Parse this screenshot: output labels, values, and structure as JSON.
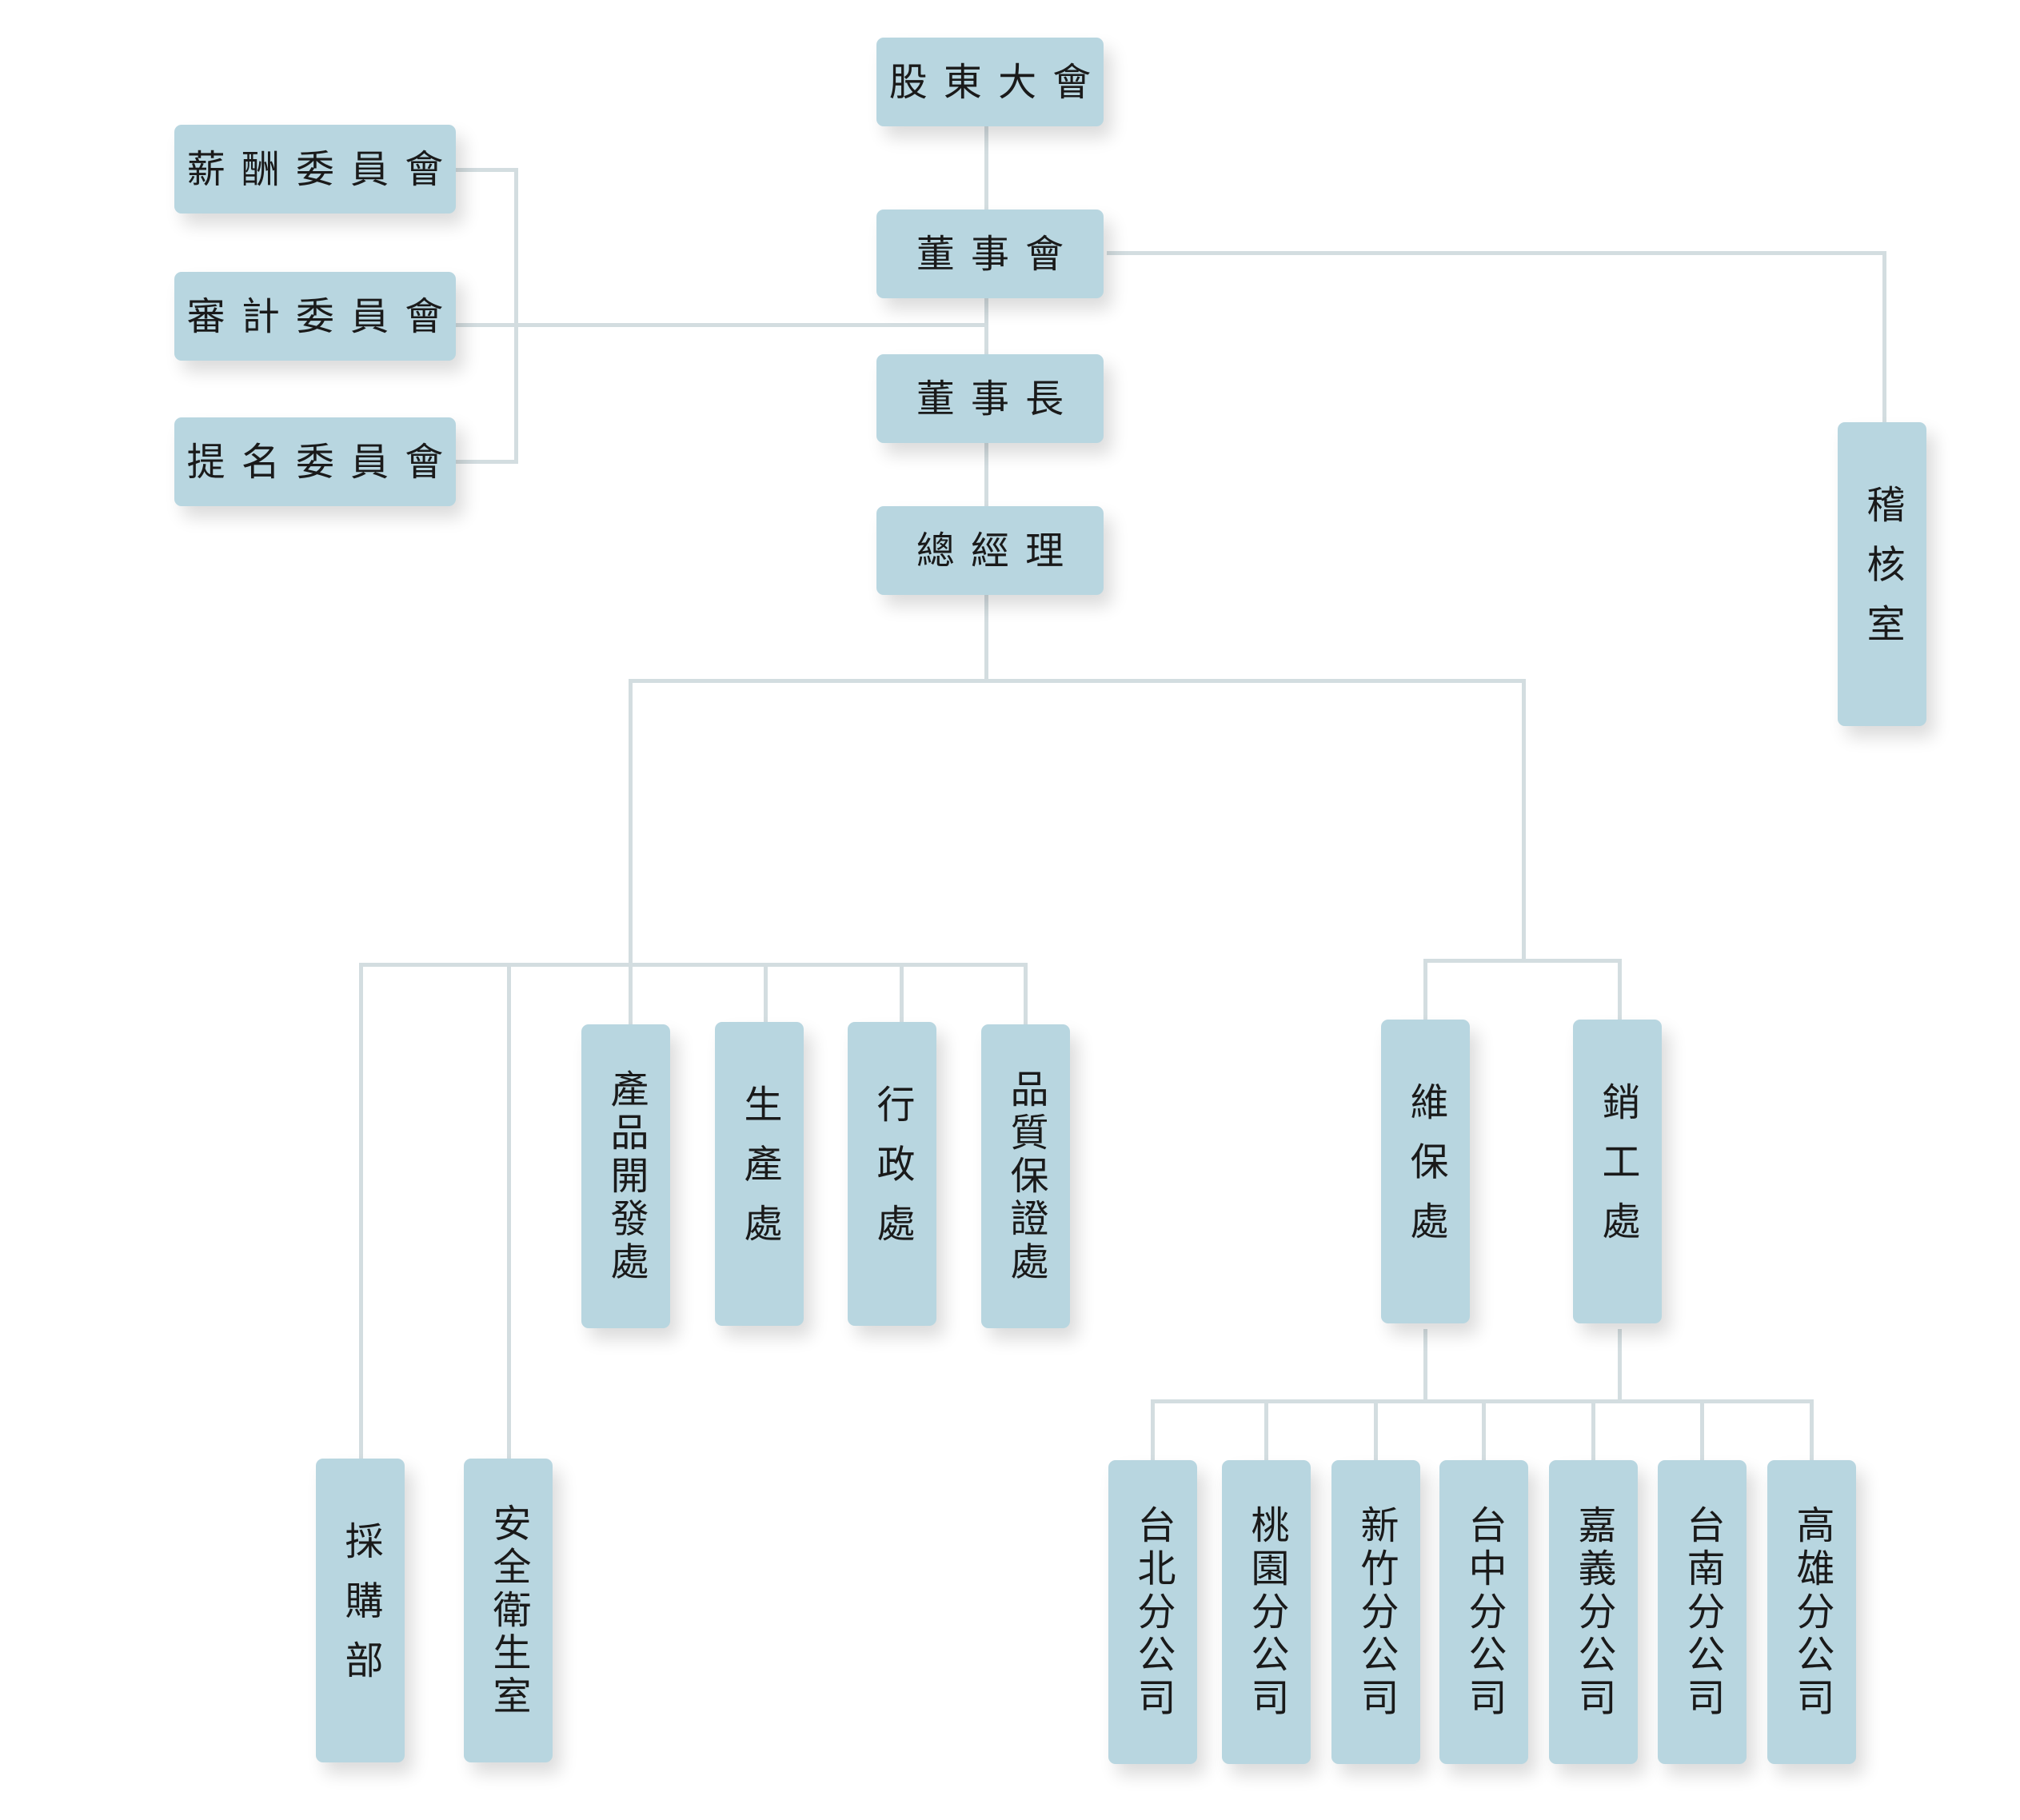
{
  "org_chart": {
    "colors": {
      "box": "#b8d6e0",
      "connector": "#d3dde0",
      "text": "#1a1a1a",
      "background": "#ffffff"
    },
    "top": {
      "shareholders_meeting": "股東大會",
      "board_of_directors": "董事會",
      "chairman": "董事長",
      "general_manager": "總經理",
      "audit_office": "稽核室"
    },
    "committees": [
      {
        "label": "薪酬委員會"
      },
      {
        "label": "審計委員會"
      },
      {
        "label": "提名委員會"
      }
    ],
    "gm_left_branch": {
      "direct_units": [
        {
          "label": "採購部"
        },
        {
          "label": "安全衛生室"
        }
      ],
      "divisions": [
        {
          "label": "產品開發處"
        },
        {
          "label": "生產處"
        },
        {
          "label": "行政處"
        },
        {
          "label": "品質保證處"
        }
      ]
    },
    "gm_right_branch": {
      "divisions": [
        {
          "label": "維保處"
        },
        {
          "label": "銷工處"
        }
      ],
      "branches": [
        {
          "label": "台北分公司"
        },
        {
          "label": "桃園分公司"
        },
        {
          "label": "新竹分公司"
        },
        {
          "label": "台中分公司"
        },
        {
          "label": "嘉義分公司"
        },
        {
          "label": "台南分公司"
        },
        {
          "label": "高雄分公司"
        }
      ]
    }
  }
}
